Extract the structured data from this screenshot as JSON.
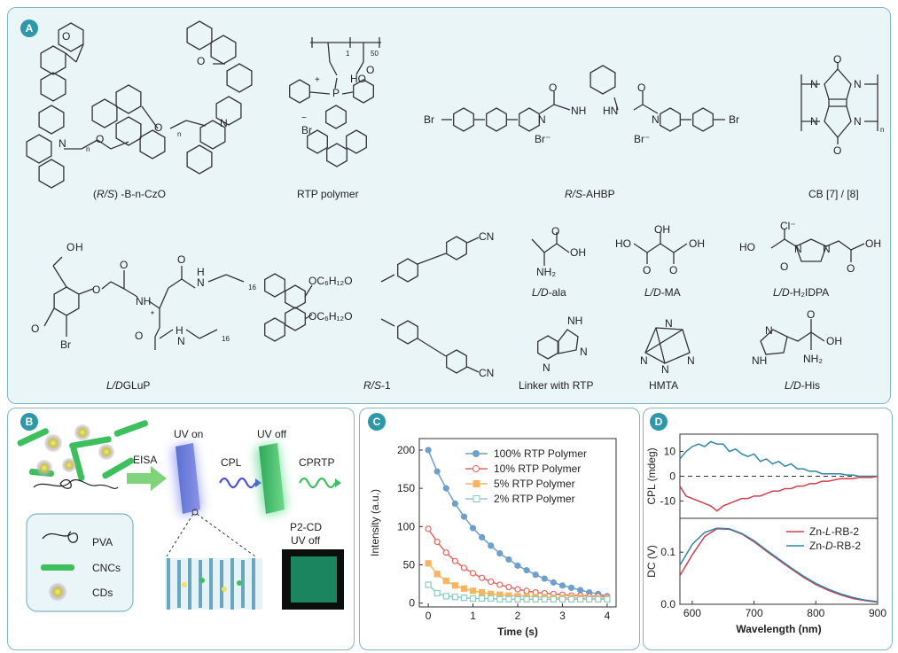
{
  "panelA": {
    "badge": "A",
    "compounds": [
      {
        "pre": "(",
        "ital": "R/S",
        "post": ") -B-n-CzO"
      },
      {
        "pre": "",
        "ital": "",
        "post": "RTP polymer"
      },
      {
        "pre": "",
        "ital": "R/S",
        "post": "-AHBP"
      },
      {
        "pre": "",
        "ital": "",
        "post": "CB [7] / [8]"
      },
      {
        "pre": "",
        "ital": "L/D",
        "post": "GLuP"
      },
      {
        "pre": "",
        "ital": "R/S",
        "post": "-1"
      },
      {
        "pre": "",
        "ital": "L/D",
        "post": "-ala"
      },
      {
        "pre": "",
        "ital": "L/D",
        "post": "-MA"
      },
      {
        "pre": "",
        "ital": "L/D",
        "post": "-H₂IDPA"
      },
      {
        "pre": "",
        "ital": "",
        "post": "Linker with RTP"
      },
      {
        "pre": "",
        "ital": "",
        "post": "HMTA"
      },
      {
        "pre": "",
        "ital": "L/D",
        "post": "-His"
      }
    ],
    "atoms": {
      "o": "O",
      "n": "N",
      "p": "P",
      "br": "Br",
      "brm": "Br⁻",
      "cn": "CN",
      "oh": "OH",
      "ho": "HO",
      "nh": "NH",
      "hn": "HN",
      "nh2": "NH₂",
      "h": "H",
      "cl": "Cl⁻",
      "plus": "+",
      "minus": "−",
      "n_sub": "n",
      "one": "1",
      "fifty": "50",
      "sixteen": "16",
      "oc6": "OC₆H₁₂O",
      "star": "*"
    }
  },
  "panelB": {
    "badge": "B",
    "eisa": "EISA",
    "uv_on": "UV on",
    "uv_off": "UV off",
    "cpl": "CPL",
    "cprtp": "CPRTP",
    "p2cd": "P2-CD",
    "p2cd_sub": "UV off",
    "legend": [
      "PVA",
      "CNCs",
      "CDs"
    ]
  },
  "panelC": {
    "badge": "C"
  },
  "panelD": {
    "badge": "D"
  },
  "chart_data": [
    {
      "type": "line",
      "xlabel": "Time (s)",
      "ylabel": "Intensity (a.u.)",
      "xlim": [
        -0.2,
        4.2
      ],
      "ylim": [
        -5,
        215
      ],
      "xticks": [
        0,
        1,
        2,
        3,
        4
      ],
      "yticks": [
        0,
        50,
        100,
        150,
        200
      ],
      "legend_position": "top-right",
      "x": [
        0,
        0.2,
        0.4,
        0.6,
        0.8,
        1.0,
        1.2,
        1.4,
        1.6,
        1.8,
        2.0,
        2.2,
        2.4,
        2.6,
        2.8,
        3.0,
        3.2,
        3.4,
        3.6,
        3.8,
        4.0
      ],
      "series": [
        {
          "name": "100% RTP Polymer",
          "color": "#6f9fcb",
          "marker": "circle",
          "values": [
            200,
            172,
            150,
            130,
            113,
            98,
            86,
            75,
            65,
            57,
            49,
            43,
            37,
            32,
            27,
            23,
            20,
            17,
            14,
            12,
            9
          ]
        },
        {
          "name": "10% RTP Polymer",
          "color": "#e0675f",
          "marker": "circle-open",
          "values": [
            97,
            80,
            66,
            55,
            46,
            39,
            33,
            28,
            24,
            21,
            18,
            16,
            14,
            13,
            12,
            11,
            10,
            10,
            9,
            9,
            8
          ]
        },
        {
          "name": "5% RTP Polymer",
          "color": "#f4b564",
          "marker": "square",
          "values": [
            52,
            38,
            29,
            23,
            19,
            16,
            14,
            12,
            11,
            10,
            9,
            9,
            8,
            8,
            7,
            7,
            7,
            7,
            6,
            6,
            6
          ]
        },
        {
          "name": "2% RTP Polymer",
          "color": "#8ecbc3",
          "marker": "square-open",
          "values": [
            24,
            13,
            9,
            8,
            7,
            6,
            6,
            6,
            5,
            5,
            5,
            5,
            5,
            5,
            5,
            5,
            5,
            5,
            5,
            5,
            5
          ]
        }
      ]
    },
    {
      "type": "line",
      "subplot": "top",
      "xlabel": "",
      "ylabel": "CPL (mdeg)",
      "xlim": [
        580,
        900
      ],
      "ylim": [
        -17,
        17
      ],
      "yticks": [
        -10,
        0,
        10
      ],
      "zero_line": "dashed",
      "x": [
        580,
        590,
        600,
        610,
        620,
        630,
        640,
        650,
        660,
        670,
        680,
        690,
        700,
        710,
        720,
        730,
        740,
        750,
        760,
        770,
        780,
        790,
        800,
        810,
        820,
        830,
        840,
        850,
        860,
        870,
        880,
        890,
        900
      ],
      "series": [
        {
          "name": "Zn-D-RB-2",
          "color": "#2f86a8",
          "values": [
            7,
            10,
            12,
            13,
            12,
            14,
            13,
            13,
            10,
            11,
            9,
            8,
            9,
            6,
            7,
            5,
            6,
            4,
            5,
            3,
            3,
            2,
            2,
            1,
            1,
            1,
            1,
            0.5,
            0.5,
            0,
            0,
            0,
            0
          ]
        },
        {
          "name": "Zn-L-RB-2",
          "color": "#d0404a",
          "values": [
            -4,
            -8,
            -9,
            -10,
            -11,
            -12,
            -14,
            -12,
            -11,
            -10,
            -9,
            -9,
            -8,
            -8,
            -7,
            -6,
            -6,
            -5,
            -5,
            -4,
            -4,
            -3,
            -3,
            -2,
            -2,
            -1.5,
            -1,
            -1,
            -1,
            -0.5,
            -0.5,
            -0.5,
            0
          ]
        }
      ]
    },
    {
      "type": "line",
      "subplot": "bottom",
      "xlabel": "Wavelength (nm)",
      "ylabel": "DC (V)",
      "xlim": [
        580,
        900
      ],
      "ylim": [
        0,
        0.165
      ],
      "xticks": [
        600,
        700,
        800,
        900
      ],
      "yticks": [
        0.0,
        0.1
      ],
      "legend_position": "top-right",
      "x": [
        580,
        600,
        620,
        640,
        660,
        680,
        700,
        720,
        740,
        760,
        780,
        800,
        820,
        840,
        860,
        880,
        900
      ],
      "series": [
        {
          "name": "Zn-L-RB-2",
          "color": "#d0404a",
          "values": [
            0.055,
            0.095,
            0.13,
            0.145,
            0.144,
            0.135,
            0.12,
            0.102,
            0.085,
            0.068,
            0.052,
            0.038,
            0.027,
            0.018,
            0.011,
            0.007,
            0.004
          ]
        },
        {
          "name": "Zn-D-RB-2",
          "color": "#2f86a8",
          "values": [
            0.075,
            0.115,
            0.138,
            0.146,
            0.145,
            0.136,
            0.122,
            0.104,
            0.087,
            0.07,
            0.054,
            0.04,
            0.029,
            0.02,
            0.013,
            0.008,
            0.005
          ]
        }
      ]
    }
  ]
}
